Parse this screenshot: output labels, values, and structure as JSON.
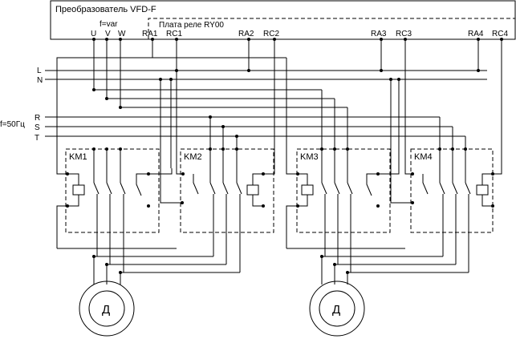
{
  "converter": {
    "title": "Преобразователь VFD-F",
    "freq_label": "f=var",
    "terminals": [
      "U",
      "V",
      "W"
    ]
  },
  "relay_board": {
    "title": "Плата реле RY00",
    "terminals": [
      "RA1",
      "RC1",
      "RA2",
      "RC2",
      "RA3",
      "RC3",
      "RA4",
      "RC4"
    ]
  },
  "supply": {
    "control_lines": [
      "L",
      "N"
    ],
    "mains_freq_label": "f=50Гц",
    "phases": [
      "R",
      "S",
      "T"
    ]
  },
  "contactors": [
    "KM1",
    "KM2",
    "KM3",
    "KM4"
  ],
  "motors": [
    {
      "letter": "Д"
    },
    {
      "letter": "Д"
    }
  ]
}
